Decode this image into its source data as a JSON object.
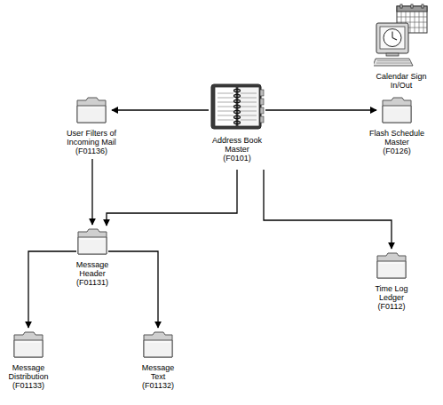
{
  "diagram": {
    "nodes": [
      {
        "text": [
          "Calendar Sign In/Out"
        ]
      },
      {
        "text": [
          "User Filters of Incoming Mail",
          "(F01136)"
        ]
      },
      {
        "text": [
          "Address Book Master",
          "(F0101)"
        ]
      },
      {
        "text": [
          "Flash Schedule Master",
          "(F0126)"
        ]
      },
      {
        "text": [
          "Message Header",
          "(F01131)"
        ]
      },
      {
        "text": [
          "Time Log Ledger",
          "(F0112)"
        ]
      },
      {
        "text": [
          "Message Distribution",
          "(F01133)"
        ]
      },
      {
        "text": [
          "Message Text",
          "(F01132)"
        ]
      }
    ],
    "edges": [
      {
        "from": 2,
        "to": 1,
        "arrow": "to"
      },
      {
        "from": 2,
        "to": 3,
        "arrow": "to"
      },
      {
        "from": 1,
        "to": 4,
        "arrow": "to"
      },
      {
        "from": 2,
        "to": 4,
        "arrow": "to"
      },
      {
        "from": 2,
        "to": 5,
        "arrow": "to"
      },
      {
        "from": 4,
        "to": 6,
        "arrow": "to"
      },
      {
        "from": 4,
        "to": 7,
        "arrow": "to"
      }
    ]
  }
}
